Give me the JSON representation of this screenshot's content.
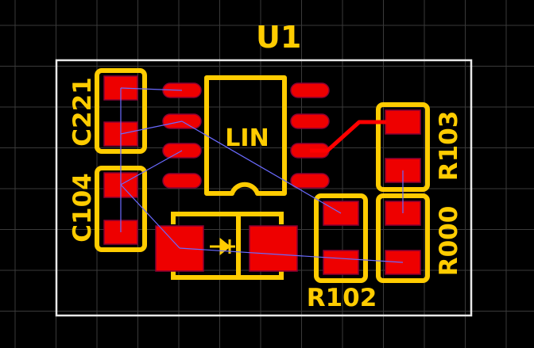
{
  "designators": {
    "u1": "U1",
    "c221": "C221",
    "c104": "C104",
    "r103": "R103",
    "r000": "R000",
    "r102": "R102",
    "lin": "LIN"
  },
  "colors": {
    "background": "#000000",
    "grid": "#3a3a3a",
    "board_outline": "#e8e8e8",
    "silkscreen": "#ffcc00",
    "pad_fill": "#ee0000",
    "pad_edge": "#8a0033",
    "ratsnest": "#6a6aff",
    "top_copper": "#ff0000"
  }
}
